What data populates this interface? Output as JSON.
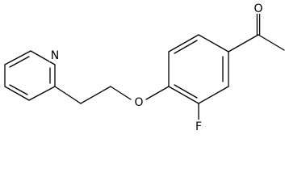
{
  "structure": {
    "atoms": {
      "oxygen_carbonyl": "O",
      "fluorine": "F",
      "oxygen_ether": "O",
      "nitrogen": "N"
    }
  }
}
